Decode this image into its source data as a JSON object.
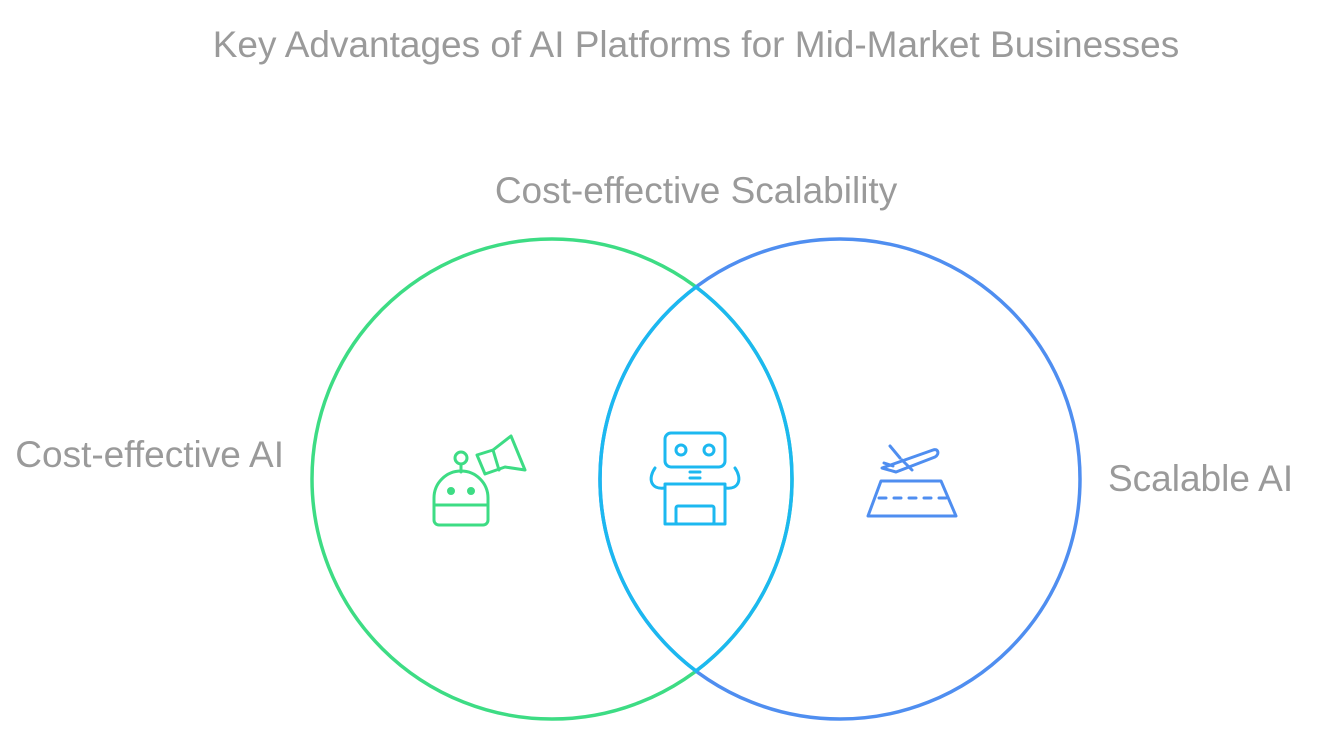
{
  "title": "Key Advantages of AI Platforms for Mid-Market Businesses",
  "sets": {
    "left": {
      "label": "Cost-effective AI",
      "icon": "robot-megaphone-icon",
      "color": "#3ddc84"
    },
    "right": {
      "label": "Scalable AI",
      "icon": "airplane-runway-icon",
      "color": "#4f8ef0"
    },
    "intersection": {
      "label": "Cost-effective Scalability",
      "icon": "robot-icon",
      "color": "#1cb8f0"
    }
  }
}
